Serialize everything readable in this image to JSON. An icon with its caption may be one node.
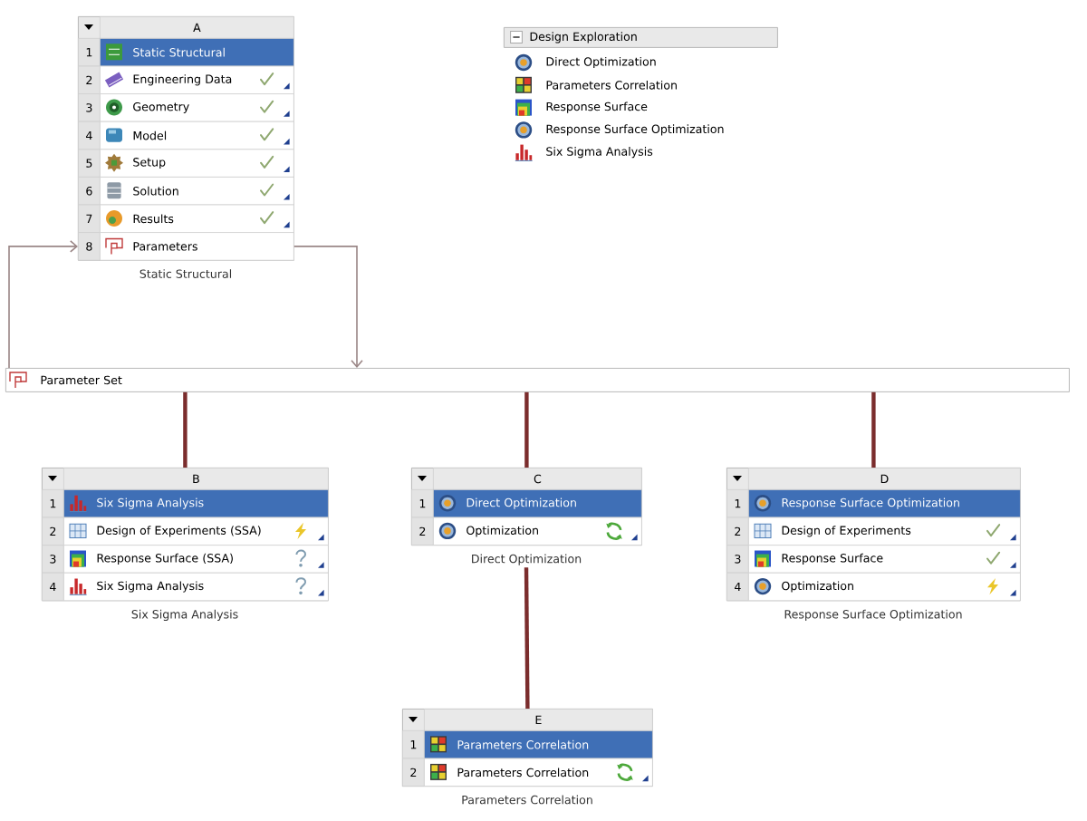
{
  "diagram": {
    "nodes": [
      {
        "text": [
          "A"
        ],
        "beside": [
          "Static Structural"
        ]
      },
      {
        "text": [
          "1",
          "Static Structural"
        ],
        "in": 0
      },
      {
        "text": [
          "2",
          "Engineering Data"
        ],
        "in": 0
      },
      {
        "text": [
          "3",
          "Geometry"
        ],
        "in": 0
      },
      {
        "text": [
          "4",
          "Model"
        ],
        "in": 0
      },
      {
        "text": [
          "5",
          "Setup"
        ],
        "in": 0
      },
      {
        "text": [
          "6",
          "Solution"
        ],
        "in": 0
      },
      {
        "text": [
          "7",
          "Results"
        ],
        "in": 0
      },
      {
        "text": [
          "8",
          "Parameters"
        ],
        "in": 0
      },
      {
        "text": [
          "Design Exploration"
        ]
      },
      {
        "text": [
          "Parameter Set"
        ]
      },
      {
        "text": [
          "B"
        ],
        "beside": [
          "Six Sigma Analysis"
        ]
      },
      {
        "text": [
          "1",
          "Six Sigma Analysis"
        ],
        "in": 11
      },
      {
        "text": [
          "2",
          "Design of Experiments (SSA)"
        ],
        "in": 11
      },
      {
        "text": [
          "3",
          "Response Surface (SSA)"
        ],
        "in": 11
      },
      {
        "text": [
          "4",
          "Six Sigma Analysis"
        ],
        "in": 11
      },
      {
        "text": [
          "C"
        ],
        "beside": [
          "Direct Optimization"
        ]
      },
      {
        "text": [
          "1",
          "Direct Optimization"
        ],
        "in": 16
      },
      {
        "text": [
          "2",
          "Optimization"
        ],
        "in": 16
      },
      {
        "text": [
          "D"
        ],
        "beside": [
          "Response Surface Optimization"
        ]
      },
      {
        "text": [
          "1",
          "Response Surface Optimization"
        ],
        "in": 19
      },
      {
        "text": [
          "2",
          "Design of Experiments"
        ],
        "in": 19
      },
      {
        "text": [
          "3",
          "Response Surface"
        ],
        "in": 19
      },
      {
        "text": [
          "4",
          "Optimization"
        ],
        "in": 19
      },
      {
        "text": [
          "E"
        ],
        "beside": [
          "Parameters Correlation"
        ]
      },
      {
        "text": [
          "1",
          "Parameters Correlation"
        ],
        "in": 24
      },
      {
        "text": [
          "2",
          "Parameters Correlation"
        ],
        "in": 24
      }
    ],
    "edges": [
      {
        "from": 8,
        "to": 10,
        "arrow": "to",
        "color": "#9a8686"
      },
      {
        "from": 10,
        "to": 8,
        "arrow": "to",
        "color": "#9a8686"
      },
      {
        "from": 10,
        "to": 11,
        "arrow": "none"
      },
      {
        "from": 10,
        "to": 16,
        "arrow": "none"
      },
      {
        "from": 10,
        "to": 19,
        "arrow": "none"
      },
      {
        "from": 16,
        "to": 24,
        "arrow": "none"
      }
    ],
    "labels": [
      "Direct Optimization",
      "Parameters Correlation",
      "Response Surface",
      "Response Surface Optimization",
      "Six Sigma Analysis"
    ]
  }
}
